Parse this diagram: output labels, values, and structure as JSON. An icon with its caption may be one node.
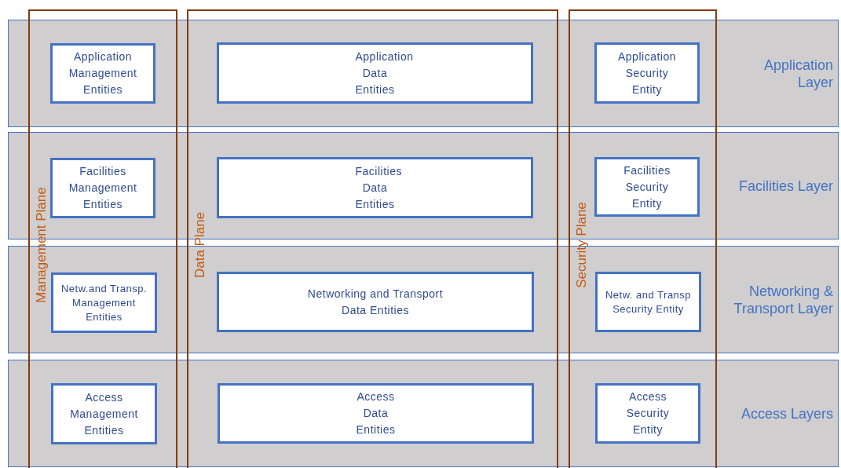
{
  "diagram": {
    "nodes": [
      {
        "text": [
          "Management Plane"
        ]
      },
      {
        "text": [
          "Data Plane"
        ]
      },
      {
        "text": [
          "Security Plane"
        ]
      },
      {
        "text": [
          "Application Layer"
        ]
      },
      {
        "text": [
          "Facilities Layer"
        ]
      },
      {
        "text": [
          "Networking & Transport Layer"
        ]
      },
      {
        "text": [
          "Access Layers"
        ]
      },
      {
        "text": [
          "Application Management Entities"
        ]
      },
      {
        "text": [
          "Application Data Entities"
        ]
      },
      {
        "text": [
          "Application Security Entity"
        ]
      },
      {
        "text": [
          "Facilities Management Entities"
        ]
      },
      {
        "text": [
          "Facilities Data Entities"
        ]
      },
      {
        "text": [
          "Facilities Security Entity"
        ]
      },
      {
        "text": [
          "Netw.and Transp. Management Entities"
        ]
      },
      {
        "text": [
          "Networking and Transport Data Entities"
        ]
      },
      {
        "text": [
          "Netw. and Transp Security Entity"
        ]
      },
      {
        "text": [
          "Access Management Entities"
        ]
      },
      {
        "text": [
          "Access Data Entities"
        ]
      },
      {
        "text": [
          "Access Security Entity"
        ]
      }
    ],
    "edges": []
  }
}
